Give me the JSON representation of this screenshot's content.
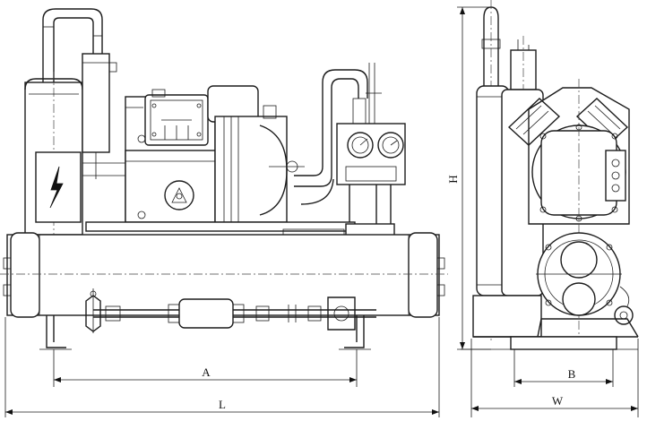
{
  "drawing": {
    "dimensions": {
      "A": "A",
      "L": "L",
      "H": "H",
      "B": "B",
      "W": "W"
    },
    "symbols": {
      "electrical_hazard": "lightning-bolt-icon"
    },
    "colors": {
      "line": "#1c1c1c",
      "background": "#ffffff"
    }
  }
}
